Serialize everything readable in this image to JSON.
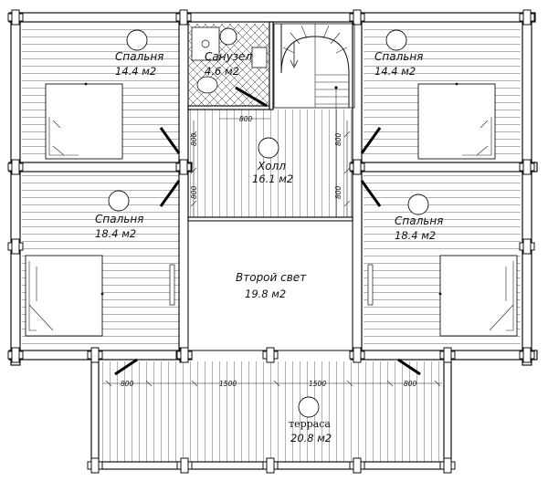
{
  "rooms": {
    "bedroom_nw": {
      "name": "Спальня",
      "area": "14.4 м2"
    },
    "bathroom": {
      "name": "Санузел",
      "area": "4.6 м2"
    },
    "bedroom_ne": {
      "name": "Спальня",
      "area": "14.4 м2"
    },
    "hall": {
      "name": "Холл",
      "area": "16.1 м2"
    },
    "bedroom_sw": {
      "name": "Спальня",
      "area": "18.4 м2"
    },
    "bedroom_se": {
      "name": "Спальня",
      "area": "18.4 м2"
    },
    "second_light": {
      "name": "Второй свет",
      "area": "19.8 м2"
    },
    "terrace": {
      "name": "терраса",
      "area": "20.8 м2"
    }
  },
  "dimensions": {
    "hall_top": "800",
    "hall_left_upper": "800",
    "hall_left_lower": "800",
    "hall_right_upper": "800",
    "hall_right_lower": "800",
    "terrace_left": "800",
    "terrace_mid_left": "1500",
    "terrace_mid_right": "1500",
    "terrace_right": "800"
  },
  "colors": {
    "line": "#111111",
    "background": "#ffffff",
    "door": "#000000"
  }
}
